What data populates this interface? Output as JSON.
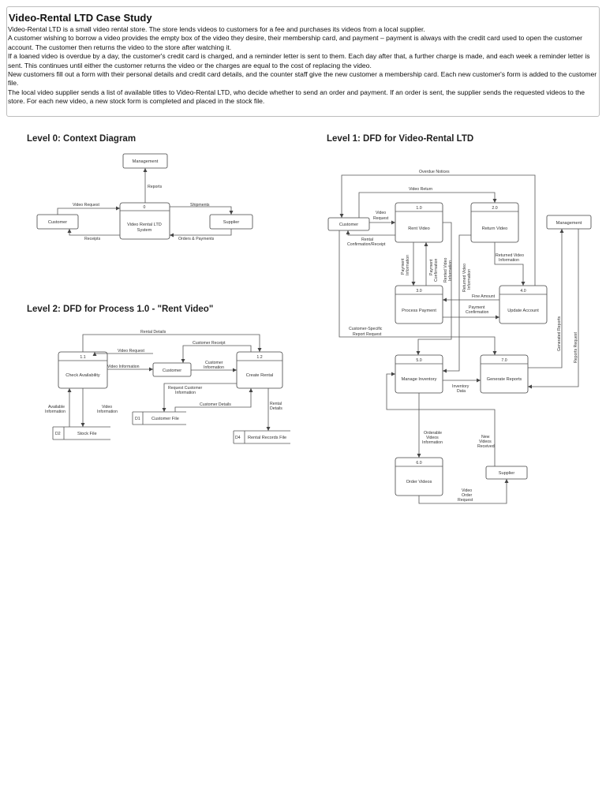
{
  "case": {
    "title": "Video-Rental LTD Case Study",
    "paragraphs": [
      "Video-Rental LTD is a small video rental store. The store lends videos to customers for a fee and purchases its videos from a local supplier.",
      "A customer wishing to borrow a video provides the empty box of the video they desire, their membership card, and payment – payment is always with the credit card used to open the customer account. The customer then returns the video to the store after watching it.",
      "If a loaned video is overdue by a day, the customer's credit card is charged, and a reminder letter is sent to them. Each day after that, a further charge is made, and each week a reminder letter is sent. This continues until either the customer returns the video or the charges are equal to the cost of replacing the video.",
      "New customers fill out a form with their personal details and credit card details, and the counter staff give the new customer a membership card. Each new customer's form is added to the customer file.",
      "The local video supplier sends a list of available titles to Video-Rental LTD, who decide whether to send an order and payment. If an order is sent, the supplier sends the requested videos to the store. For each new video, a new stock form is completed and placed in the stock file."
    ]
  },
  "level0": {
    "title": "Level 0: Context Diagram",
    "entities": {
      "management": "Management",
      "customer": "Customer",
      "supplier": "Supplier"
    },
    "process": {
      "number": "0",
      "name_line1": "Video Rental LTD",
      "name_line2": "System"
    },
    "flows": {
      "reports": "Reports",
      "video_request": "Video Request",
      "receipts": "Receipts",
      "shipments": "Shipments",
      "orders_payments": "Orders & Payments"
    }
  },
  "level1": {
    "title": "Level 1: DFD for Video-Rental LTD",
    "entities": {
      "customer": "Customer",
      "management": "Management",
      "supplier": "Supplier"
    },
    "processes": {
      "p1": {
        "number": "1.0",
        "name": "Rent Video"
      },
      "p2": {
        "number": "2.0",
        "name": "Return Video"
      },
      "p3": {
        "number": "3.0",
        "name": "Process Payment"
      },
      "p4": {
        "number": "4.0",
        "name": "Update Account"
      },
      "p5": {
        "number": "5.0",
        "name": "Manage Inventory"
      },
      "p6": {
        "number": "6.0",
        "name": "Order Videos"
      },
      "p7": {
        "number": "7.0",
        "name": "Generate Reports"
      }
    },
    "flows": {
      "overdue_notices": "Overdue Notices",
      "video_return": "Video Return",
      "video_request_1": "Video",
      "video_request_2": "Request",
      "rental_confirmation_1": "Rental",
      "rental_confirmation_2": "Confirmation/Receipt",
      "payment_info_1": "Payment",
      "payment_info_2": "Information",
      "payment_conf_1": "Payment",
      "payment_conf_2": "Confirmation",
      "rented_video_1": "Rented Video",
      "rented_video_2": "Information",
      "returned_video_v_1": "Returned Video",
      "returned_video_v_2": "Information",
      "returned_video_h_1": "Returned Video",
      "returned_video_h_2": "Information",
      "fine_amount": "Fine Amount",
      "payment_conf_h_1": "Payment",
      "payment_conf_h_2": "Confirmation",
      "customer_report_1": "Customer-Specific",
      "customer_report_2": "Report Request",
      "generated_reports": "Generated Reports",
      "reports_request": "Reports Request",
      "inventory_data_1": "Inventory",
      "inventory_data_2": "Data",
      "orderable_1": "Orderable",
      "orderable_2": "Videos",
      "orderable_3": "Information",
      "new_videos_1": "New",
      "new_videos_2": "Videos",
      "new_videos_3": "Received",
      "video_order_1": "Video",
      "video_order_2": "Order",
      "video_order_3": "Request"
    }
  },
  "level2": {
    "title": "Level 2: DFD for Process 1.0 - \"Rent Video\"",
    "entities": {
      "customer": "Customer"
    },
    "processes": {
      "p11": {
        "number": "1.1",
        "name": "Check Availability"
      },
      "p12": {
        "number": "1.2",
        "name": "Create Rental"
      }
    },
    "stores": {
      "d1": {
        "id": "D1",
        "name": "Customer File"
      },
      "d2": {
        "id": "D2",
        "name": "Stock File"
      },
      "d4": {
        "id": "D4",
        "name": "Rental Records File"
      }
    },
    "flows": {
      "rental_details": "Rental Details",
      "video_request": "Video Request",
      "customer_receipt": "Customer Receipt",
      "video_information": "Video Information",
      "customer_info_1": "Customer",
      "customer_info_2": "Information",
      "request_customer_1": "Request Customer",
      "request_customer_2": "Information",
      "customer_details": "Customer Details",
      "available_info_1": "Available",
      "available_info_2": "Information",
      "video_info_v_1": "Video",
      "video_info_v_2": "Information",
      "rental_details_v_1": "Rental",
      "rental_details_v_2": "Details"
    }
  }
}
